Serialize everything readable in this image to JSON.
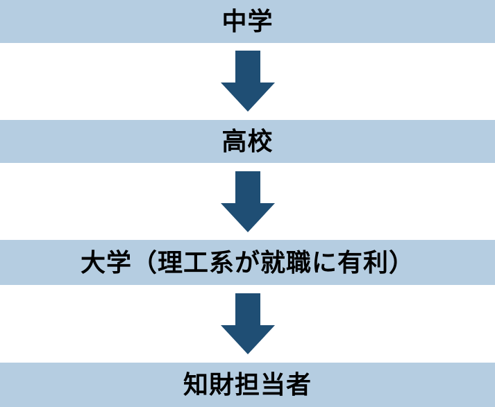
{
  "flow": {
    "steps": [
      {
        "label": "中学"
      },
      {
        "label": "高校"
      },
      {
        "label": "大学（理工系が就職に有利）"
      },
      {
        "label": "知財担当者"
      }
    ],
    "connector": {
      "icon": "down-arrow-icon",
      "count": 3
    },
    "colors": {
      "bar_fill": "#B5CDE1",
      "arrow_fill": "#1F4E74",
      "text": "#000000",
      "background": "#FFFFFF"
    }
  }
}
